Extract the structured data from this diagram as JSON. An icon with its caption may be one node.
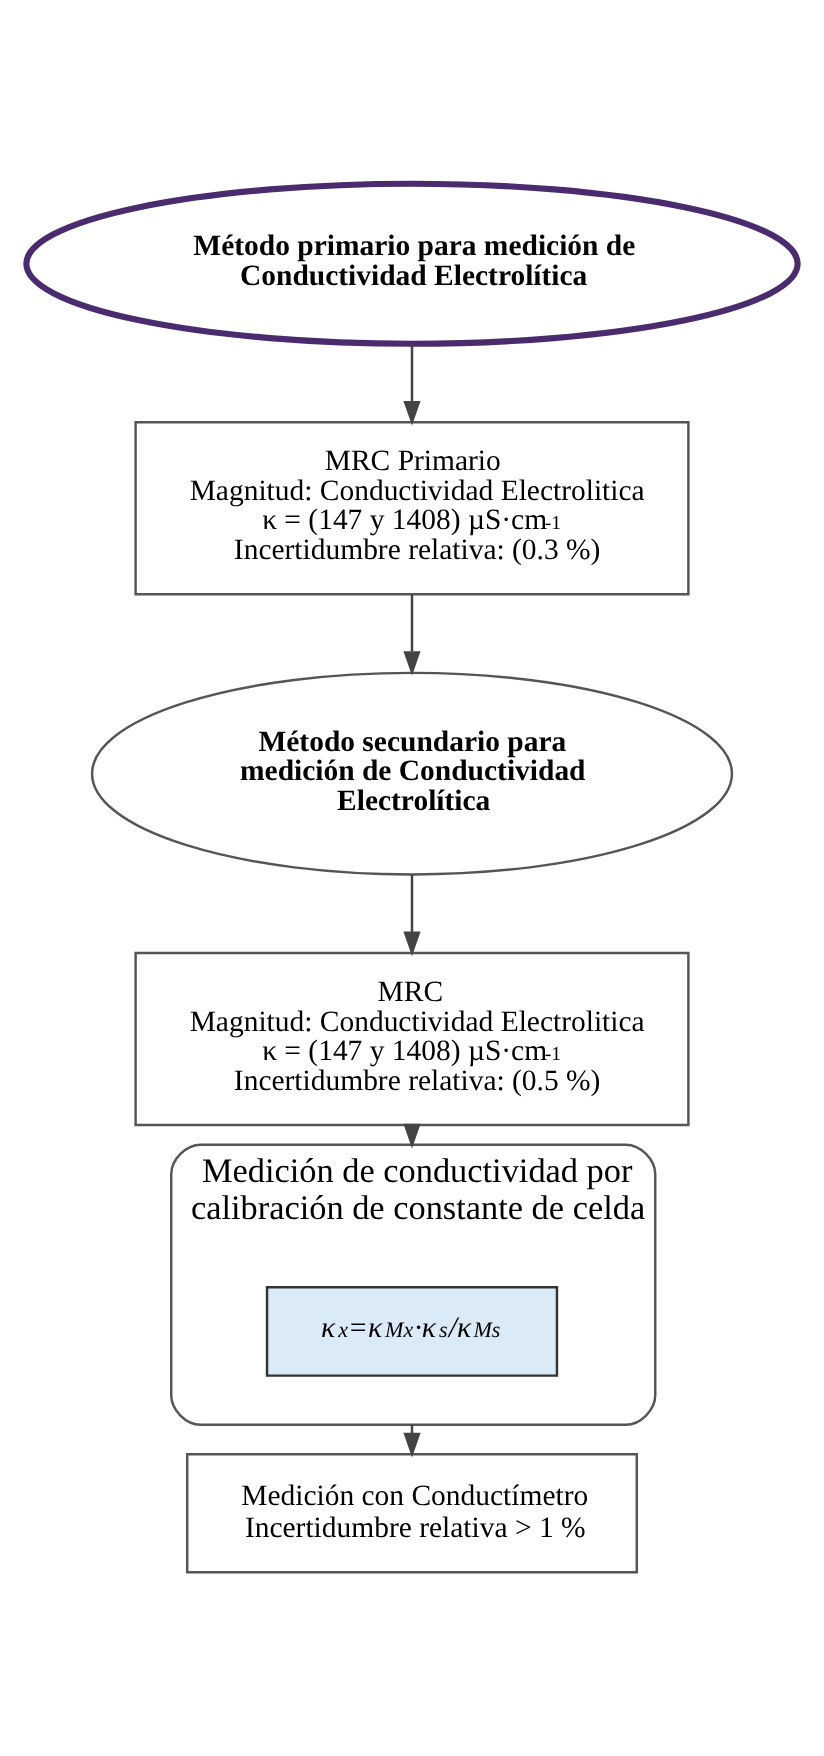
{
  "diagram": {
    "nodes": [
      {
        "text": [
          "Método primario para medición de Conductividad Electrolítica"
        ]
      },
      {
        "text": [
          "MRC Primario",
          "Magnitud: Conductividad Electrolitica",
          "κ = (147 y 1408) µS·cm$^{-1}$",
          "Incertidumbre relativa: (0.3 %)"
        ]
      },
      {
        "text": [
          "Método secundario para medición de Conductividad Electrolítica"
        ]
      },
      {
        "text": [
          "MRC",
          "Magnitud: Conductividad Electrolitica",
          "κ = (147 y 1408) µS·cm$^{-1}$",
          "Incertidumbre relativa: (0.5 %)"
        ]
      },
      {
        "text": [
          "Medición de conductividad por calibración de constante de celda"
        ]
      },
      {
        "text": [
          "κ$_{x}$=κ$_{Mx}$·κ$_{s}$/κ$_{Ms}$"
        ],
        "in": 4
      },
      {
        "text": [
          "Medición con Conductímetro",
          "Incertidumbre relativa > 1 %"
        ]
      }
    ],
    "edges": [
      {
        "from": 0,
        "to": 1,
        "arrow": "to"
      },
      {
        "from": 1,
        "to": 2,
        "arrow": "to"
      },
      {
        "from": 2,
        "to": 3,
        "arrow": "to"
      },
      {
        "from": 3,
        "to": 4,
        "arrow": "to"
      },
      {
        "from": 4,
        "to": 6,
        "arrow": "to"
      }
    ]
  }
}
